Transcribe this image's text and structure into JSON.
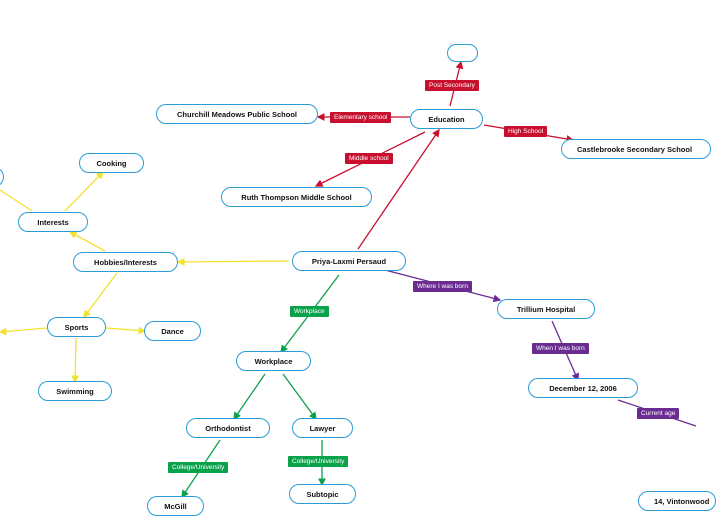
{
  "colors": {
    "education": "#c8102e",
    "workplace": "#0aa14b",
    "birth": "#6a2c91",
    "hobbies": "#f2e230",
    "node_border": "#2b9bd8"
  },
  "nodes": {
    "root": "Priya-Laxmi Persaud",
    "education": "Education",
    "post_secondary_node": "",
    "churchill": "Churchill Meadows Public School",
    "castlebrooke": "Castlebrooke Secondary School",
    "ruth_thompson": "Ruth Thompson Middle School",
    "hobbies": "Hobbies/Interests",
    "interests": "Interests",
    "cooking": "Cooking",
    "sports": "Sports",
    "dance": "Dance",
    "swimming": "Swimming",
    "workplace": "Workplace",
    "orthodontist": "Orthodontist",
    "lawyer": "Lawyer",
    "mcgill": "McGill",
    "subtopic": "Subtopic",
    "trillium": "Trillium Hospital",
    "birth_date": "December 12, 2006",
    "address": "14, Vintonwood"
  },
  "edge_labels": {
    "post_secondary": "Post Secondary",
    "elementary_school": "Elementary school",
    "high_school": "High School",
    "middle_school": "Middle school",
    "workplace": "Workplace",
    "college_university_1": "College/University",
    "college_university_2": "College/University",
    "where_born": "Where I was born",
    "when_born": "When I was born",
    "current_age": "Current age"
  }
}
